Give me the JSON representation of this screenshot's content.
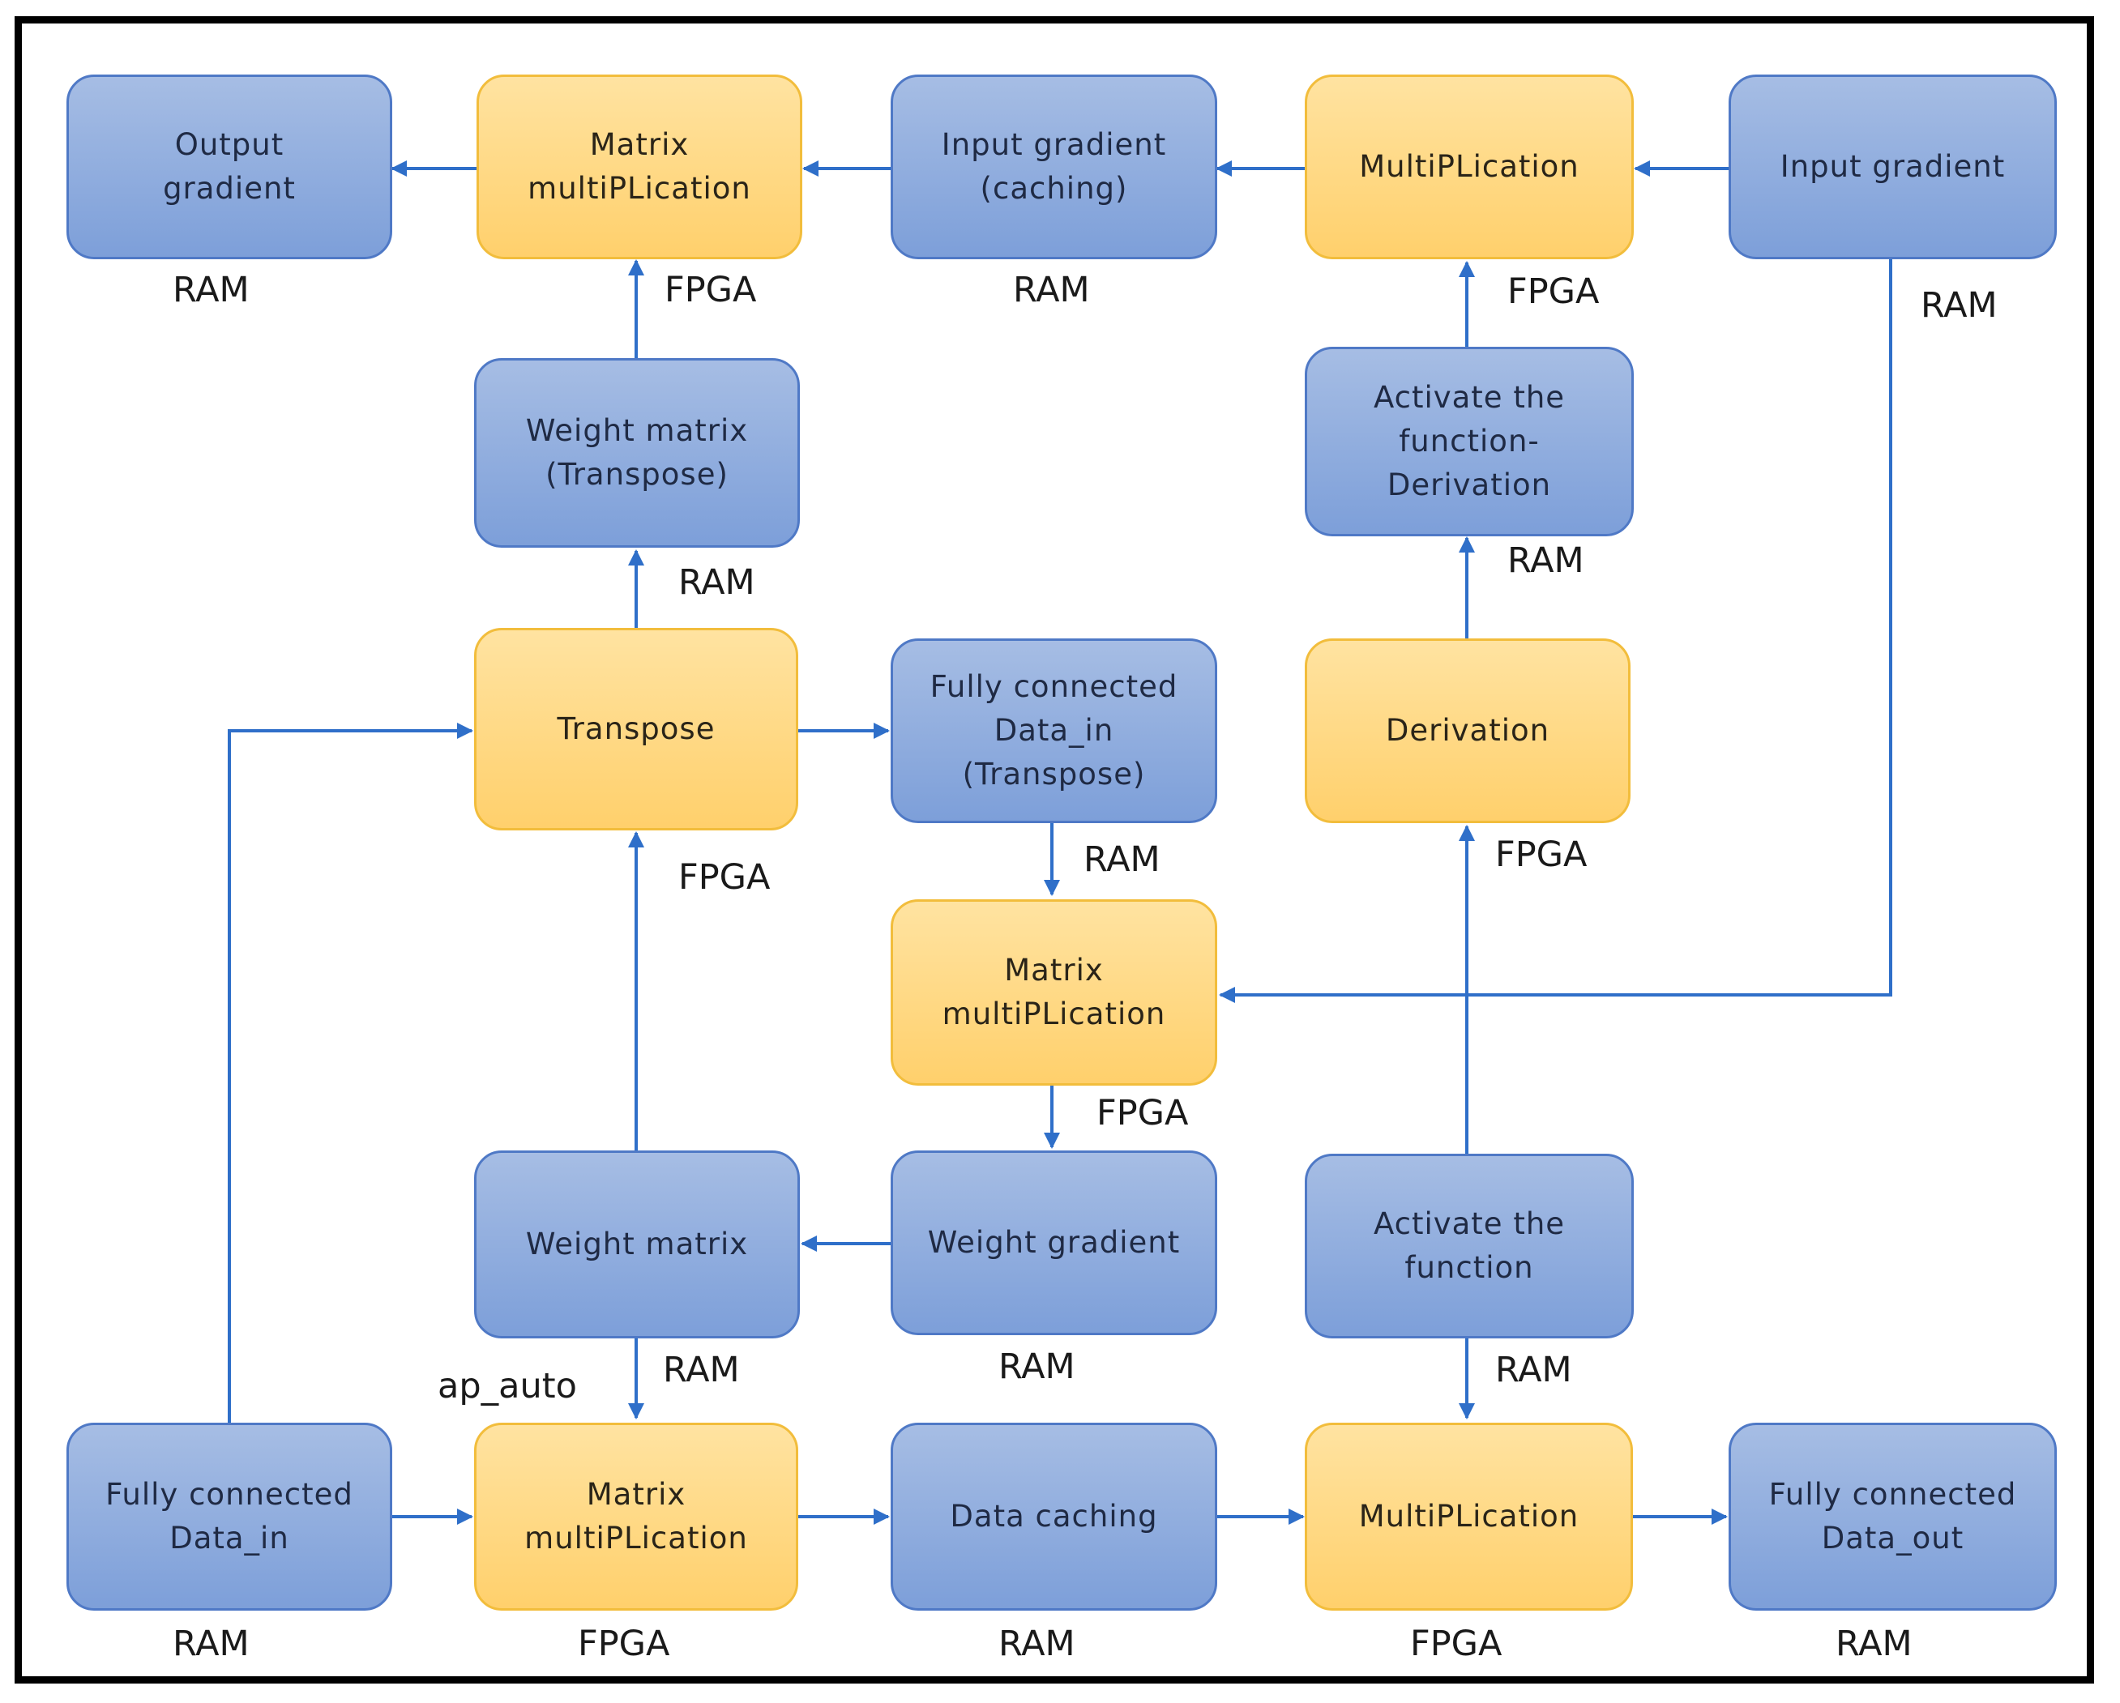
{
  "boxes": {
    "output_gradient": {
      "text": "Output\ngradient",
      "fill": "blue"
    },
    "matmul_top": {
      "text": "Matrix\nmultiPLication",
      "fill": "yellow"
    },
    "input_gradient_caching": {
      "text": "Input gradient\n(caching)",
      "fill": "blue"
    },
    "multiplication_top": {
      "text": "MultiPLication",
      "fill": "yellow"
    },
    "input_gradient": {
      "text": "Input gradient",
      "fill": "blue"
    },
    "weight_matrix_transpose": {
      "text": "Weight matrix\n(Transpose)",
      "fill": "blue"
    },
    "activate_derivation": {
      "text": "Activate the\nfunction- Derivation",
      "fill": "blue"
    },
    "transpose": {
      "text": "Transpose",
      "fill": "yellow"
    },
    "fc_data_in_transpose": {
      "text": "Fully connected\nData_in\n(Transpose)",
      "fill": "blue"
    },
    "derivation": {
      "text": "Derivation",
      "fill": "yellow"
    },
    "matmul_mid": {
      "text": "Matrix\nmultiPLication",
      "fill": "yellow"
    },
    "weight_matrix": {
      "text": "Weight matrix",
      "fill": "blue"
    },
    "weight_gradient": {
      "text": "Weight gradient",
      "fill": "blue"
    },
    "activate_function": {
      "text": "Activate the\nfunction",
      "fill": "blue"
    },
    "fc_data_in": {
      "text": "Fully connected\nData_in",
      "fill": "blue"
    },
    "matmul_bottom": {
      "text": "Matrix\nmultiPLication",
      "fill": "yellow"
    },
    "data_caching": {
      "text": "Data caching",
      "fill": "blue"
    },
    "multiplication_bottom": {
      "text": "MultiPLication",
      "fill": "yellow"
    },
    "fc_data_out": {
      "text": "Fully connected\nData_out",
      "fill": "blue"
    }
  },
  "labels": {
    "output_gradient": "RAM",
    "matmul_top": "FPGA",
    "input_gradient_caching": "RAM",
    "multiplication_top": "FPGA",
    "input_gradient": "RAM",
    "weight_matrix_transpose": "RAM",
    "activate_derivation": "RAM",
    "transpose": "FPGA",
    "fc_data_in_transpose": "RAM",
    "derivation": "FPGA",
    "matmul_mid": "FPGA",
    "weight_matrix": "RAM",
    "ap_auto": "ap_auto",
    "weight_gradient": "RAM",
    "activate_function": "RAM",
    "fc_data_in": "RAM",
    "matmul_bottom": "FPGA",
    "data_caching": "RAM",
    "multiplication_bottom": "FPGA",
    "fc_data_out": "RAM"
  },
  "colors": {
    "arrow": "#2f6fc9",
    "node_blue_border": "#4f79c6",
    "node_yellow_border": "#f2bd3c"
  }
}
